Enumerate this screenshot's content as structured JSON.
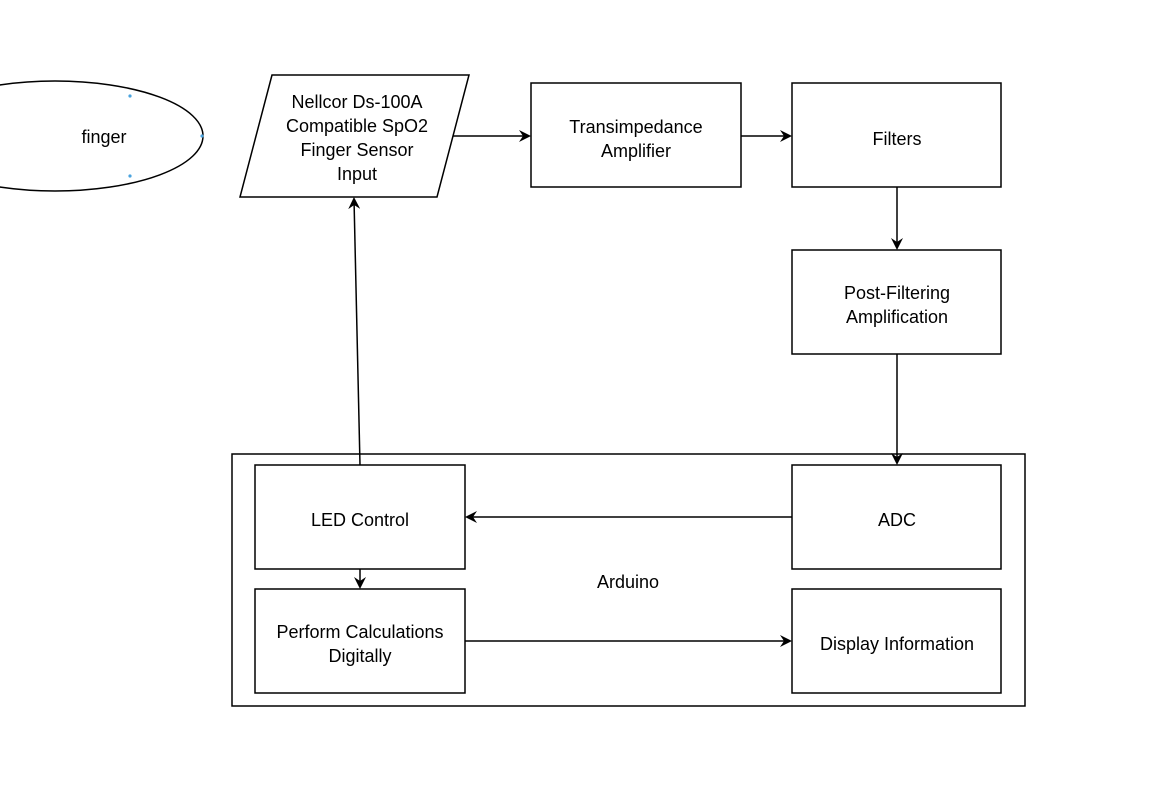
{
  "diagram": {
    "nodes": {
      "finger": {
        "label": "finger"
      },
      "sensor": {
        "lines": [
          "Nellcor Ds-100A",
          "Compatible SpO2",
          "Finger Sensor",
          "Input"
        ]
      },
      "tia": {
        "lines": [
          "Transimpedance",
          "Amplifier"
        ]
      },
      "filters": {
        "lines": [
          "Filters"
        ]
      },
      "post": {
        "lines": [
          "Post-Filtering",
          "Amplification"
        ]
      },
      "arduino": {
        "label": "Arduino"
      },
      "led": {
        "lines": [
          "LED Control"
        ]
      },
      "adc": {
        "lines": [
          "ADC"
        ]
      },
      "calc": {
        "lines": [
          "Perform Calculations",
          "Digitally"
        ]
      },
      "display": {
        "lines": [
          "Display Information"
        ]
      }
    },
    "colors": {
      "stroke": "#000000",
      "fill": "#ffffff",
      "accent": "#4aa3df"
    }
  }
}
